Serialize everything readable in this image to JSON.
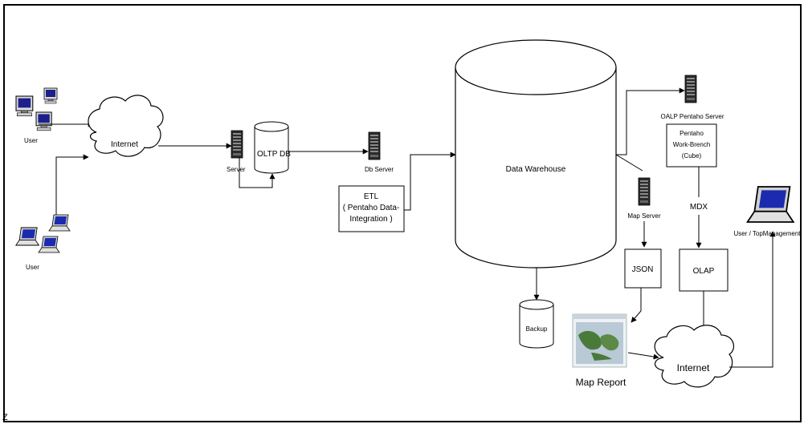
{
  "diagram": {
    "labels": {
      "user_top": "User",
      "user_bottom": "User",
      "internet_left": "Internet",
      "server": "Server",
      "oltp_db": "OLTP DB",
      "db_server": "Db Server",
      "etl_line1": "ETL",
      "etl_line2": "( Pentaho Data-",
      "etl_line3": "Integration )",
      "data_warehouse": "Data Warehouse",
      "backup": "Backup",
      "olap_server": "OALP Pentaho Server",
      "workbench_line1": "Pentaho",
      "workbench_line2": "Work-Brench",
      "workbench_line3": "(Cube)",
      "mdx": "MDX",
      "map_server": "Map Server",
      "json": "JSON",
      "olap": "OLAP",
      "map_report": "Map Report",
      "internet_right": "Internet",
      "top_management": "User / TopManagement"
    },
    "colors": {
      "line": "#000000",
      "server_body": "#2b2b2b",
      "monitor_screen": "#1d1f8c",
      "laptop_screen": "#1a2bb0",
      "map_sea": "#b9c9d6",
      "map_land": "#4a7a3a"
    },
    "icons": [
      "desktop-computer-icon",
      "laptop-icon",
      "server-tower-icon",
      "cloud-icon",
      "database-cylinder-icon",
      "map-thumbnail-icon"
    ]
  },
  "footer": {
    "mark": "Z"
  }
}
